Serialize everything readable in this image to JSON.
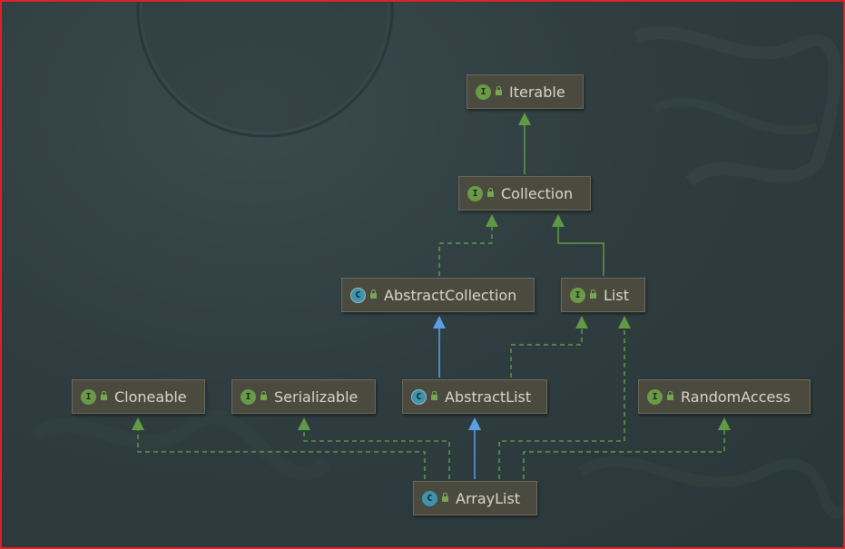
{
  "nodes": {
    "iterable": {
      "label": "Iterable",
      "kind": "I"
    },
    "collection": {
      "label": "Collection",
      "kind": "I"
    },
    "abstract_collection": {
      "label": "AbstractCollection",
      "kind": "C"
    },
    "list": {
      "label": "List",
      "kind": "I"
    },
    "cloneable": {
      "label": "Cloneable",
      "kind": "I"
    },
    "serializable": {
      "label": "Serializable",
      "kind": "I"
    },
    "abstract_list": {
      "label": "AbstractList",
      "kind": "C"
    },
    "random_access": {
      "label": "RandomAccess",
      "kind": "I"
    },
    "array_list": {
      "label": "ArrayList",
      "kind": "C"
    }
  },
  "edges": [
    {
      "from": "collection",
      "to": "iterable",
      "type": "extends"
    },
    {
      "from": "abstract_collection",
      "to": "collection",
      "type": "implements"
    },
    {
      "from": "list",
      "to": "collection",
      "type": "extends"
    },
    {
      "from": "abstract_list",
      "to": "abstract_collection",
      "type": "class-extends"
    },
    {
      "from": "abstract_list",
      "to": "list",
      "type": "implements"
    },
    {
      "from": "array_list",
      "to": "abstract_list",
      "type": "class-extends"
    },
    {
      "from": "array_list",
      "to": "cloneable",
      "type": "implements"
    },
    {
      "from": "array_list",
      "to": "serializable",
      "type": "implements"
    },
    {
      "from": "array_list",
      "to": "list",
      "type": "implements"
    },
    {
      "from": "array_list",
      "to": "random_access",
      "type": "implements"
    }
  ],
  "colors": {
    "frame": "#e2202a",
    "interface_edge": "#5f9a45",
    "class_edge": "#5a9fe6",
    "node_bg": "#4a4a3f",
    "node_text": "#d8d6c8"
  }
}
